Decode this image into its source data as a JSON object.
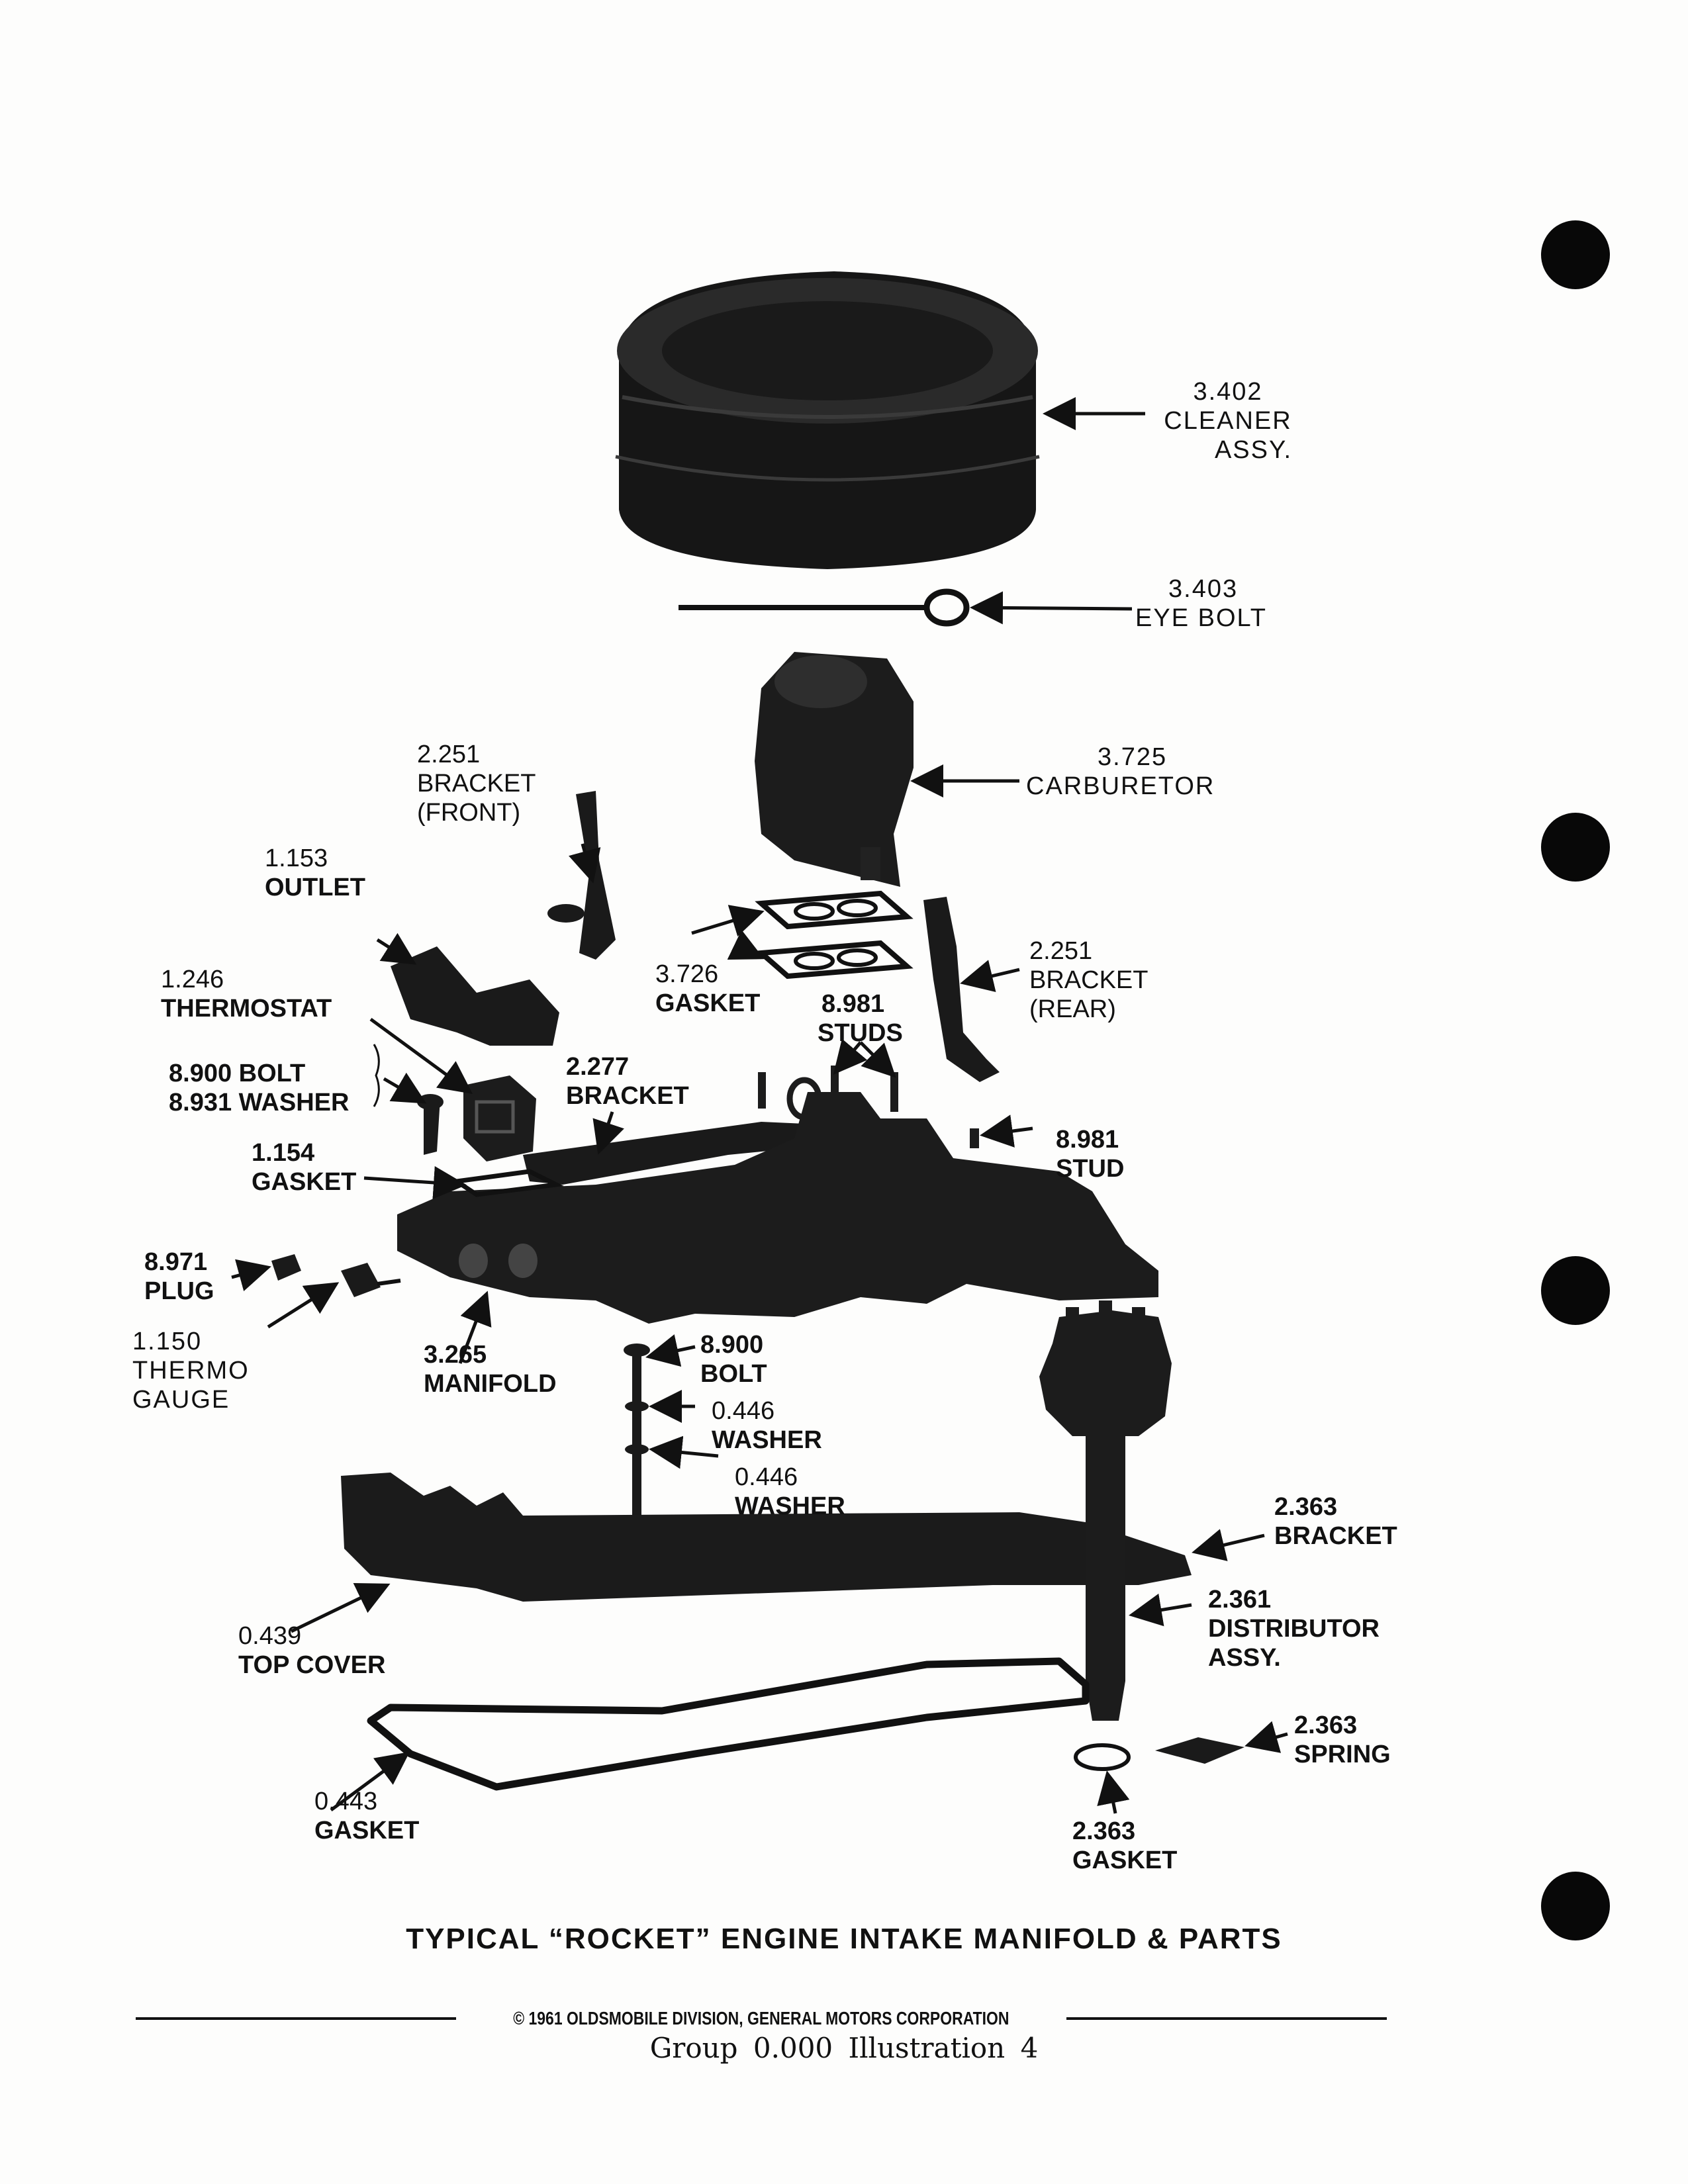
{
  "labels": {
    "cleaner": {
      "num": "3.402",
      "name": "CLEANER",
      "name2": "ASSY."
    },
    "eye_bolt": {
      "num": "3.403",
      "name": "EYE BOLT"
    },
    "carburetor": {
      "num": "3.725",
      "name": "CARBURETOR"
    },
    "bracket_front": {
      "num": "2.251",
      "name": "BRACKET",
      "name2": "(FRONT)"
    },
    "outlet": {
      "num": "1.153",
      "name": "OUTLET"
    },
    "bracket_rear": {
      "num": "2.251",
      "name": "BRACKET",
      "name2": "(REAR)"
    },
    "gasket_carb": {
      "num": "3.726",
      "name": "GASKET"
    },
    "studs": {
      "num": "8.981",
      "name": "STUDS"
    },
    "thermostat": {
      "num": "1.246",
      "name": "THERMOSTAT"
    },
    "bolt_washer": {
      "line1": "8.900 BOLT",
      "line2": "8.931 WASHER"
    },
    "bracket_277": {
      "num": "2.277",
      "name": "BRACKET"
    },
    "stud": {
      "num": "8.981",
      "name": "STUD"
    },
    "gasket_outlet": {
      "num": "1.154",
      "name": "GASKET"
    },
    "plug": {
      "num": "8.971",
      "name": "PLUG"
    },
    "thermo_gauge": {
      "num": "1.150",
      "name": "THERMO",
      "name2": "GAUGE"
    },
    "manifold": {
      "num": "3.265",
      "name": "MANIFOLD"
    },
    "bolt": {
      "num": "8.900",
      "name": "BOLT"
    },
    "washer1": {
      "num": "0.446",
      "name": "WASHER"
    },
    "washer2": {
      "num": "0.446",
      "name": "WASHER"
    },
    "bracket_dist": {
      "num": "2.363",
      "name": "BRACKET"
    },
    "distributor": {
      "num": "2.361",
      "name": "DISTRIBUTOR",
      "name2": "ASSY."
    },
    "top_cover": {
      "num": "0.439",
      "name": "TOP COVER"
    },
    "spring": {
      "num": "2.363",
      "name": "SPRING"
    },
    "gasket_cover": {
      "num": "0.443",
      "name": "GASKET"
    },
    "gasket_dist": {
      "num": "2.363",
      "name": "GASKET"
    }
  },
  "caption": "TYPICAL “ROCKET” ENGINE INTAKE MANIFOLD & PARTS",
  "copyright": "© 1961 OLDSMOBILE DIVISION, GENERAL MOTORS CORPORATION",
  "footer": {
    "group_label": "Group",
    "group_value": "0.000",
    "illustration_label": "Illustration",
    "illustration_value": "4"
  },
  "colors": {
    "ink": "#111111",
    "part_fill": "#1d1d1d",
    "paper": "#fdfdfc"
  }
}
